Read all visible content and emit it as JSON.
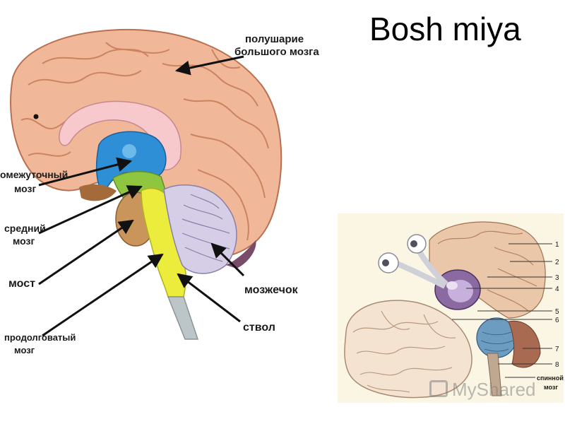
{
  "title": "Bosh miya",
  "main_diagram": {
    "labels": {
      "hemisphere_l1": "полушарие",
      "hemisphere_l2": "большого мозга",
      "diencephalon_l1": "омежуточный",
      "diencephalon_l2": "мозг",
      "midbrain_l1": "средний",
      "midbrain_l2": "мозг",
      "pons": "мост",
      "medulla_l1": "продолговатый",
      "medulla_l2": "мозг",
      "cerebellum": "мозжечок",
      "stem": "ствол"
    },
    "colors": {
      "cortex": "#f0b898",
      "diencephalon": "#2e8fd6",
      "midbrain": "#8ec63f",
      "pons": "#c9955a",
      "medulla": "#ecec3c",
      "cerebellum": "#d6cde6",
      "corpus_callosum": "#f7c8cc"
    }
  },
  "inset_diagram": {
    "numbers": [
      "1",
      "2",
      "3",
      "4",
      "5",
      "6",
      "7",
      "8"
    ],
    "spinal_l1": "спинной",
    "spinal_l2": "мозг"
  },
  "watermark": "MyShared"
}
